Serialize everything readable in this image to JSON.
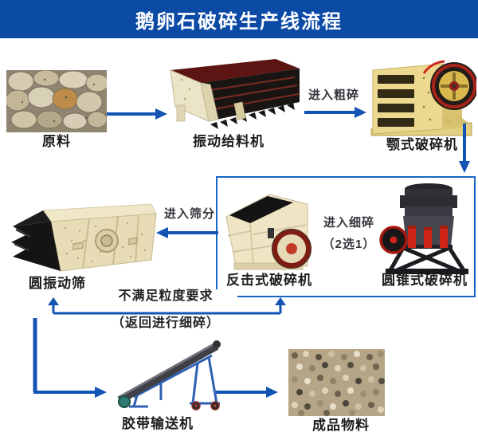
{
  "header": {
    "title": "鹅卵石破碎生产线流程"
  },
  "colors": {
    "header_bg": "#0b4aa5",
    "arrow_blue": "#1253b4",
    "box_border": "#1566c4",
    "label_text": "#1c1c1f",
    "annotation_text": "#35363c"
  },
  "stages": {
    "raw_material": {
      "label": "原料"
    },
    "feeder": {
      "label": "振动给料机"
    },
    "jaw": {
      "label": "颚式破碎机"
    },
    "impact": {
      "label": "反击式破碎机"
    },
    "cone": {
      "label": "圆锥式破碎机"
    },
    "screen": {
      "label": "圆振动筛"
    },
    "conveyor": {
      "label": "胶带输送机"
    },
    "product": {
      "label": "成品物料"
    }
  },
  "annotations": {
    "to_coarse": "进入粗碎",
    "to_fine": "进入细碎",
    "to_fine_note": "（2选1）",
    "to_screen": "进入筛分",
    "return_line1": "不满足粒度要求",
    "return_line2": "（返回进行细碎）"
  }
}
